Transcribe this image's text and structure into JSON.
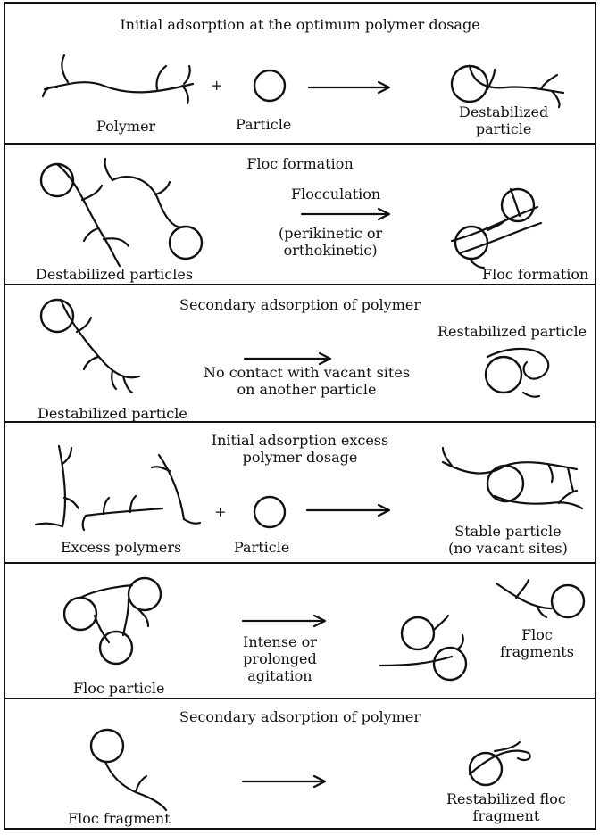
{
  "panels": [
    {
      "title": "Initial adsorption at the optimum polymer dosage",
      "labels": {
        "polymer": "Polymer",
        "particle": "Particle",
        "result": "Destabilized\nparticle"
      },
      "symbols": {
        "plus": "+"
      }
    },
    {
      "title": "Floc formation",
      "labels": {
        "left": "Destabilized particles",
        "arrow_top": "Flocculation",
        "arrow_bottom": "(perikinetic or\northokinetic)",
        "result": "Floc formation"
      }
    },
    {
      "title": "Secondary adsorption of polymer",
      "labels": {
        "left": "Destabilized particle",
        "arrow_bottom": "No contact with vacant sites\non another particle",
        "result": "Restabilized particle"
      }
    },
    {
      "title": "Initial adsorption excess\npolymer dosage",
      "labels": {
        "left": "Excess polymers",
        "particle": "Particle",
        "result": "Stable particle\n(no vacant sites)"
      },
      "symbols": {
        "plus": "+"
      }
    },
    {
      "title": "",
      "labels": {
        "left": "Floc particle",
        "arrow_bottom": "Intense or\nprolonged\nagitation",
        "result": "Floc\nfragments"
      }
    },
    {
      "title": "Secondary adsorption of polymer",
      "labels": {
        "left": "Floc fragment",
        "result": "Restabilized floc\nfragment"
      }
    }
  ]
}
